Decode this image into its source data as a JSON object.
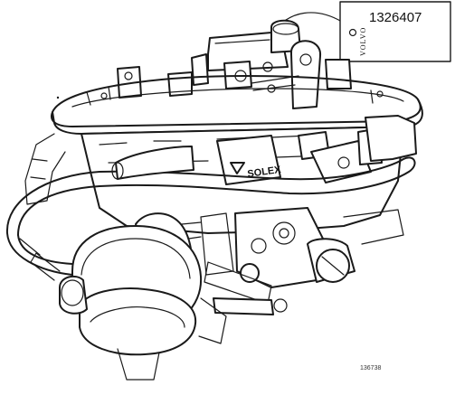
{
  "tag": {
    "part_number": "1326407",
    "brand": "VOLVO"
  },
  "body_marking": {
    "logo_text": "SOLEX"
  },
  "figure_ref": "136738"
}
